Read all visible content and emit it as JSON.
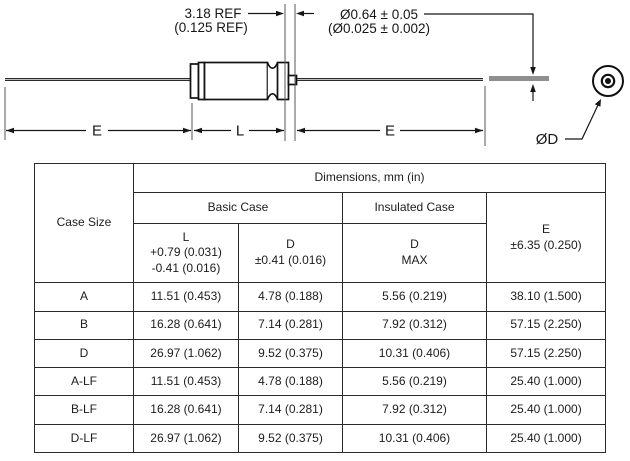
{
  "diagram": {
    "labels": {
      "ref_mm": "3.18 REF",
      "ref_in": "(0.125 REF)",
      "lead_dia_mm": "Ø0.64 ± 0.05",
      "lead_dia_in": "(Ø0.025 ± 0.002)",
      "dim_e_left": "E",
      "dim_l": "L",
      "dim_e_right": "E",
      "dim_d": "ØD"
    },
    "colors": {
      "line": "#161616",
      "lead_gray": "#8f8f8f"
    }
  },
  "table": {
    "title": "Dimensions, mm (in)",
    "case_size_header": "Case Size",
    "group_basic": "Basic Case",
    "group_insulated": "Insulated Case",
    "col_l": [
      "L",
      "+0.79 (0.031)",
      "-0.41 (0.016)"
    ],
    "col_d_basic": [
      "D",
      "±0.41 (0.016)"
    ],
    "col_d_insulated": [
      "D",
      "MAX"
    ],
    "col_e": [
      "E",
      "±6.35 (0.250)"
    ],
    "rows": [
      {
        "case": "A",
        "l": "11.51 (0.453)",
        "d": "4.78 (0.188)",
        "d_ins": "5.56 (0.219)",
        "e": "38.10 (1.500)"
      },
      {
        "case": "B",
        "l": "16.28 (0.641)",
        "d": "7.14 (0.281)",
        "d_ins": "7.92 (0.312)",
        "e": "57.15 (2.250)"
      },
      {
        "case": "D",
        "l": "26.97 (1.062)",
        "d": "9.52 (0.375)",
        "d_ins": "10.31 (0.406)",
        "e": "57.15 (2.250)"
      },
      {
        "case": "A-LF",
        "l": "11.51 (0.453)",
        "d": "4.78 (0.188)",
        "d_ins": "5.56 (0.219)",
        "e": "25.40 (1.000)"
      },
      {
        "case": "B-LF",
        "l": "16.28 (0.641)",
        "d": "7.14 (0.281)",
        "d_ins": "7.92 (0.312)",
        "e": "25.40 (1.000)"
      },
      {
        "case": "D-LF",
        "l": "26.97 (1.062)",
        "d": "9.52 (0.375)",
        "d_ins": "10.31 (0.406)",
        "e": "25.40 (1.000)"
      }
    ]
  }
}
